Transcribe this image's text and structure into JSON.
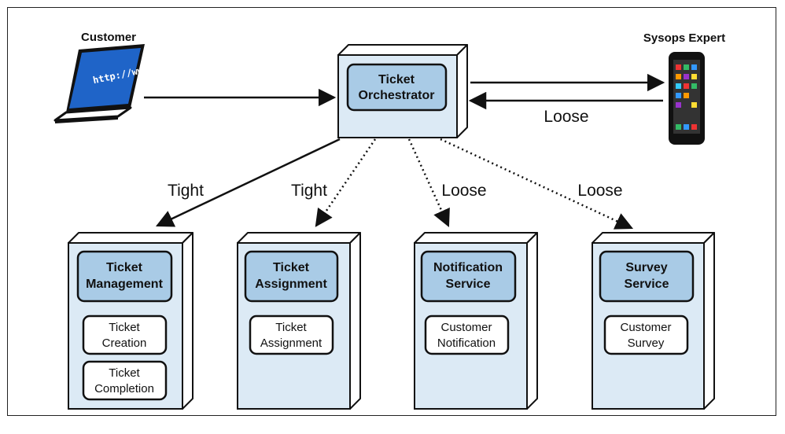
{
  "actors": {
    "customer": {
      "label": "Customer",
      "screen_text": "http://www"
    },
    "sysops": {
      "label": "Sysops Expert"
    }
  },
  "orchestrator": {
    "line1": "Ticket",
    "line2": "Orchestrator"
  },
  "edges": {
    "sysops_return": "Loose",
    "management": "Tight",
    "assignment": "Tight",
    "notification": "Loose",
    "survey": "Loose"
  },
  "services": [
    {
      "title1": "Ticket",
      "title2": "Management",
      "components": [
        {
          "line1": "Ticket",
          "line2": "Creation"
        },
        {
          "line1": "Ticket",
          "line2": "Completion"
        }
      ]
    },
    {
      "title1": "Ticket",
      "title2": "Assignment",
      "components": [
        {
          "line1": "Ticket",
          "line2": "Assignment"
        }
      ]
    },
    {
      "title1": "Notification",
      "title2": "Service",
      "components": [
        {
          "line1": "Customer",
          "line2": "Notification"
        }
      ]
    },
    {
      "title1": "Survey",
      "title2": "Service",
      "components": [
        {
          "line1": "Customer",
          "line2": "Survey"
        }
      ]
    }
  ],
  "colors": {
    "box_fill": "#dceaf5",
    "header_fill": "#a9cbe6",
    "ink": "#111111",
    "screen_blue": "#1f64c8"
  }
}
